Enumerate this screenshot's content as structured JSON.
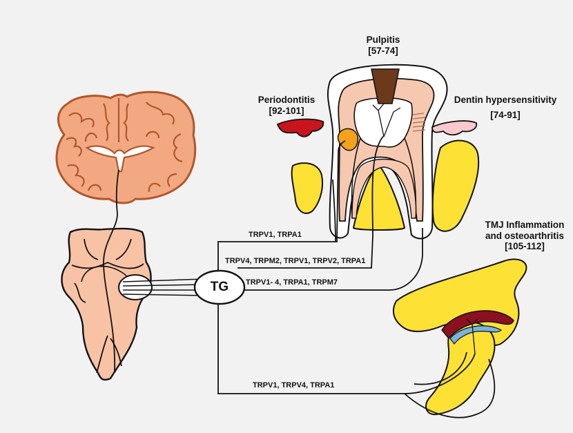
{
  "colors": {
    "background": "#f2f2f2",
    "brain_tissue": "#f2a982",
    "brain_outline": "#b0562a",
    "brainstem": "#f8c2a4",
    "bone": "#fde135",
    "enamel_dentin": "#f6c8b0",
    "inflamed_gum": "#c8141c",
    "pulp_lesion": "#6b3a1a",
    "periodontal_lesion": "#f5a21b",
    "hypersensitive_gum": "#fac9cf",
    "joint_disc": "#8b1020",
    "joint_cartilage": "#74b6e0",
    "nerve": "#111111"
  },
  "labels": {
    "pulpitis_title": "Pulpitis",
    "pulpitis_refs": "[57-74]",
    "periodontitis_title": "Periodontitis",
    "periodontitis_refs": "[92-101]",
    "dentin_title": "Dentin hypersensitivity",
    "dentin_refs": "[74-91]",
    "tmj_line1": "TMJ Inflammation",
    "tmj_line2": "and osteoarthritis",
    "tmj_refs": "[105-112]",
    "tg": "TG"
  },
  "channels": {
    "periodontitis": "TRPV1, TRPA1",
    "pulpitis": "TRPV4, TRPM2, TRPV1, TRPV2, TRPA1",
    "dentin": "TRPV1- 4, TRPA1, TRPM7",
    "tmj": "TRPV1, TRPV4, TRPA1"
  }
}
